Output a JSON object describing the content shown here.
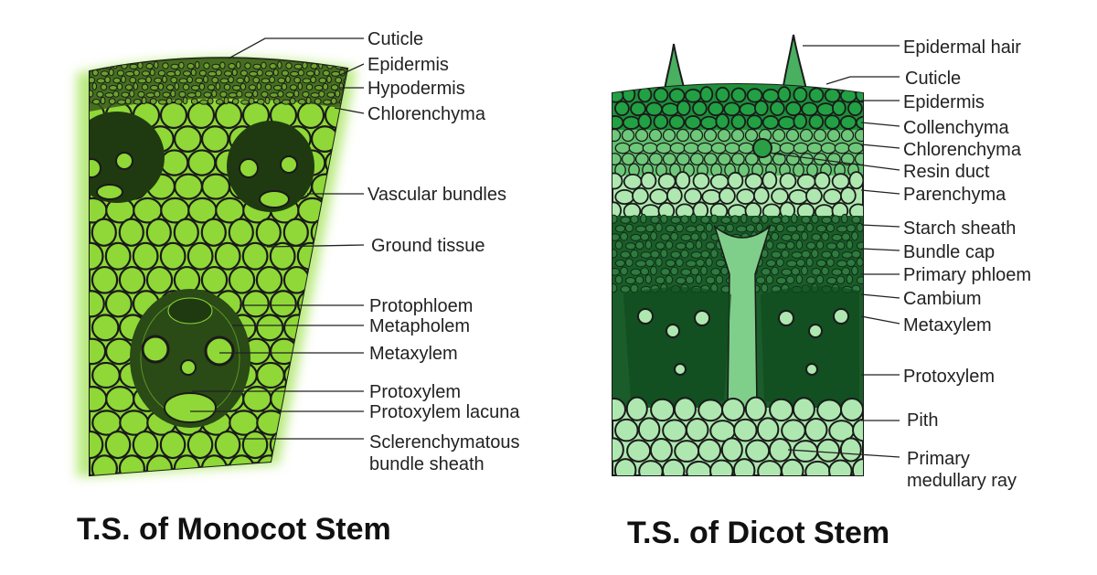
{
  "monocot": {
    "caption": "T.S. of Monocot Stem",
    "labels": {
      "cuticle": "Cuticle",
      "epidermis": "Epidermis",
      "hypodermis": "Hypodermis",
      "chlorenchyma": "Chlorenchyma",
      "vascular_bundles": "Vascular bundles",
      "ground_tissue": "Ground tissue",
      "protophloem": "Protophloem",
      "metaphloem": "Metapholem",
      "metaxylem": "Metaxylem",
      "protoxylem": "Protoxylem",
      "protoxylem_lacuna": "Protoxylem lacuna",
      "sclerenchymatous_1": "Sclerenchymatous",
      "sclerenchymatous_2": "bundle sheath"
    }
  },
  "dicot": {
    "caption": "T.S. of Dicot Stem",
    "labels": {
      "epidermal_hair": "Epidermal hair",
      "cuticle": "Cuticle",
      "epidermis": "Epidermis",
      "collenchyma": "Collenchyma",
      "chlorenchyma": "Chlorenchyma",
      "resin_duct": "Resin duct",
      "parenchyma": "Parenchyma",
      "starch_sheath": "Starch sheath",
      "bundle_cap": "Bundle cap",
      "primary_phloem": "Primary phloem",
      "cambium": "Cambium",
      "metaxylem": "Metaxylem",
      "protoxylem": "Protoxylem",
      "pith": "Pith",
      "medullary_1": "Primary",
      "medullary_2": "medullary ray"
    }
  },
  "colors": {
    "monocot_green": "#8fd837",
    "monocot_dark": "#1f3a10",
    "dicot_dark": "#1e8f3a",
    "dicot_mid": "#5fc06c",
    "dicot_light": "#aee8b0",
    "outline": "#1a1a1a"
  }
}
